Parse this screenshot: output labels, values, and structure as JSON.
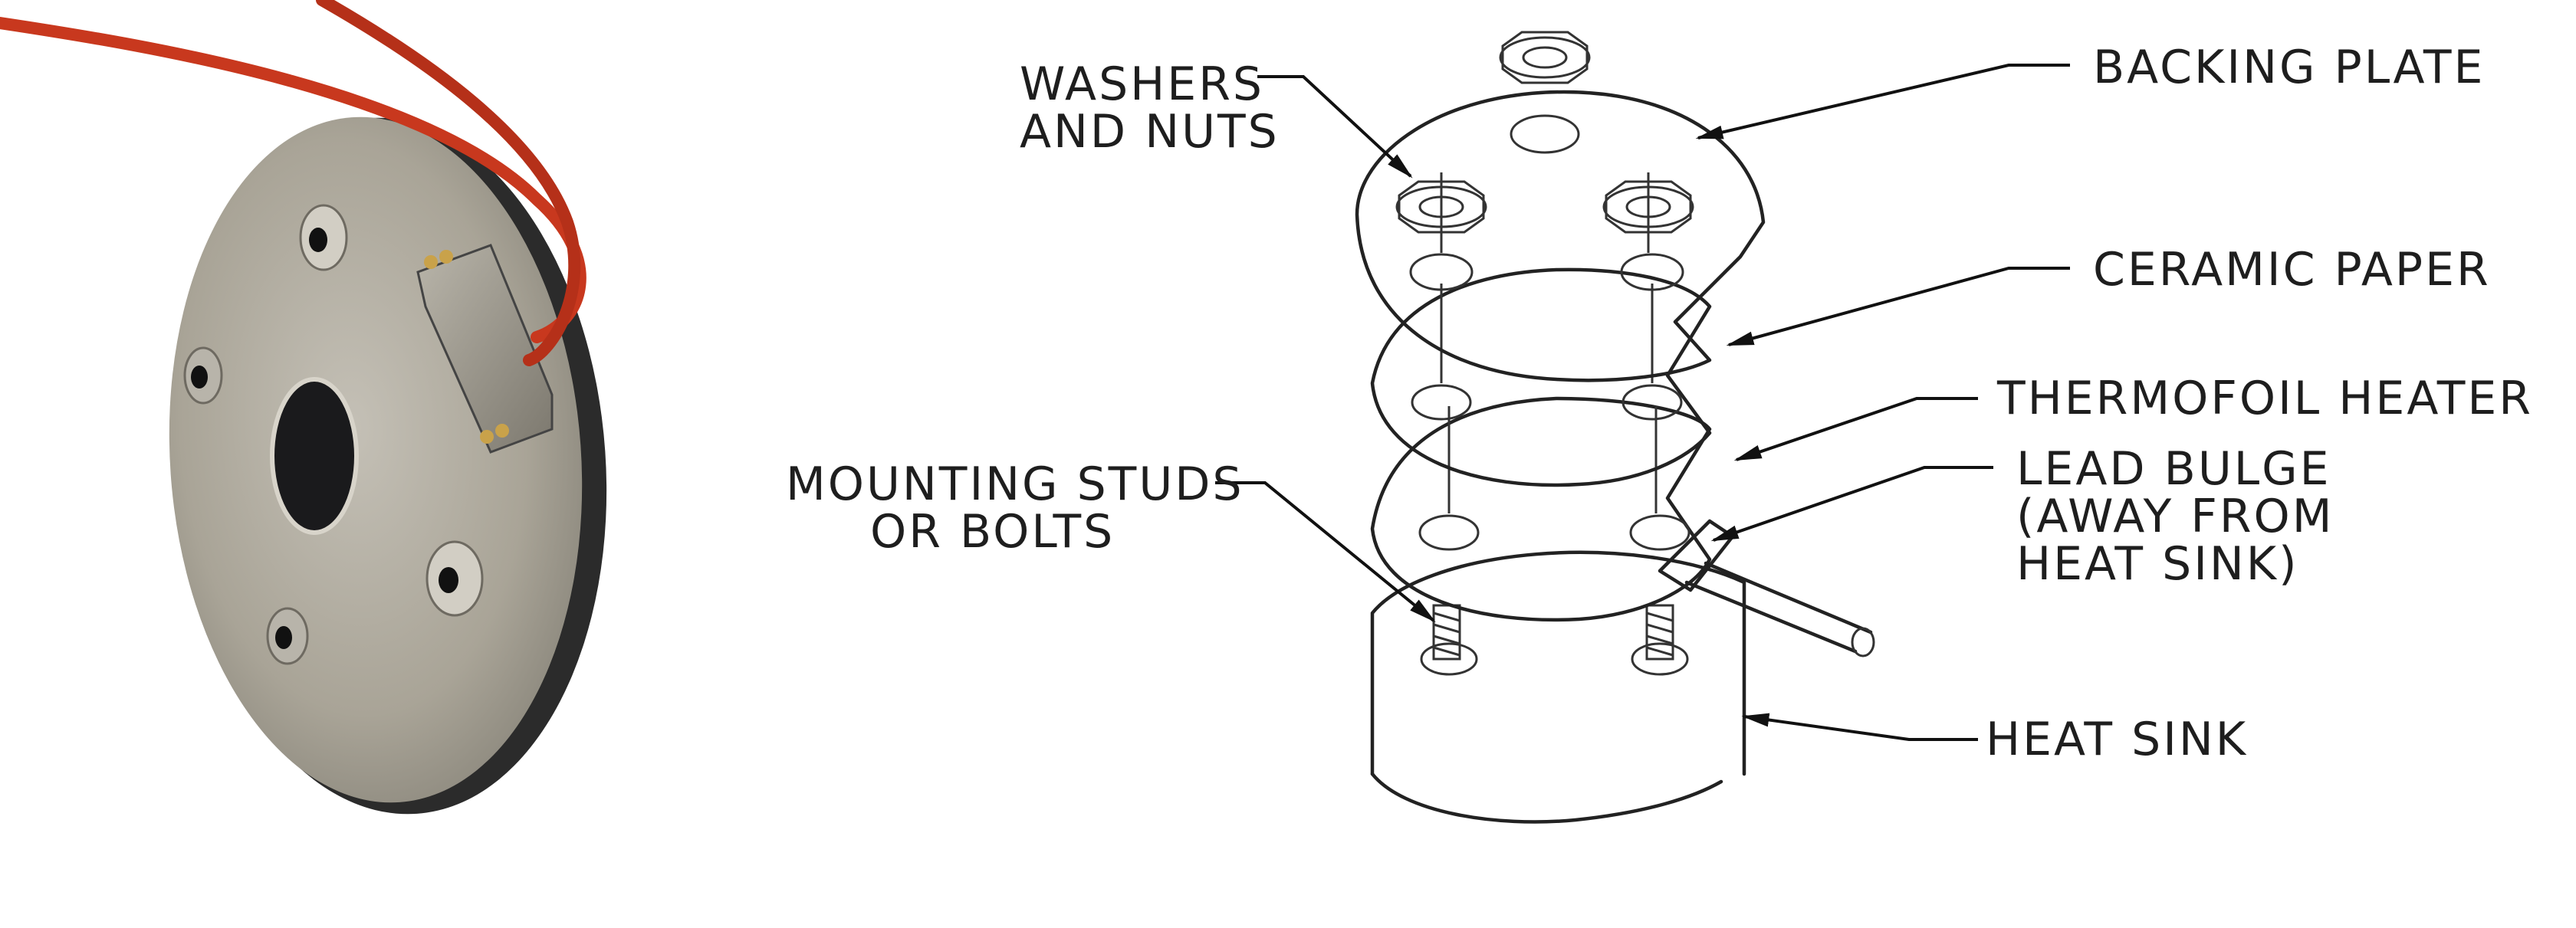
{
  "labels": {
    "backing_plate": "BACKING PLATE",
    "washers_line1": "WASHERS",
    "washers_line2": "AND NUTS",
    "ceramic_paper": "CERAMIC PAPER",
    "thermofoil_heater": "THERMOFOIL HEATER",
    "lead_bulge_line1": "LEAD BULGE",
    "lead_bulge_line2": "(AWAY FROM",
    "lead_bulge_line3": "HEAT SINK)",
    "mounting_line1": "MOUNTING STUDS",
    "mounting_line2": "OR BOLTS",
    "heat_sink": "HEAT SINK"
  },
  "colors": {
    "wire": "#c8381e",
    "plate": "#a9a497",
    "plate_edge": "#2a2a2a",
    "line": "#222222",
    "text": "#1e1e1e"
  },
  "icons": {
    "photo": "circular-heater-photo",
    "diagram": "exploded-stack-diagram"
  }
}
